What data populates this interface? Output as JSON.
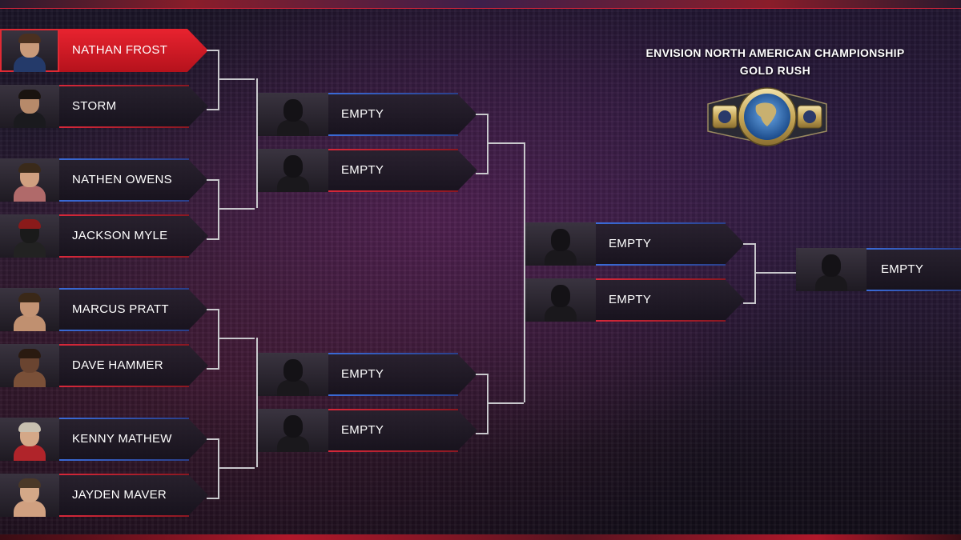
{
  "header": {
    "title": "ENVISION NORTH AMERICAN CHAMPIONSHIP",
    "subtitle": "GOLD RUSH"
  },
  "colors": {
    "accent_red": "#e8232f",
    "accent_blue": "#3a6bd8",
    "bracket_line": "#c8c8cc"
  },
  "icons": {
    "trophy": "championship-belt-icon",
    "placeholder": "silhouette-icon"
  },
  "round1": [
    {
      "name": "NATHAN FROST",
      "selected": true
    },
    {
      "name": "STORM"
    },
    {
      "name": "NATHEN OWENS"
    },
    {
      "name": "JACKSON MYLE"
    },
    {
      "name": "MARCUS PRATT"
    },
    {
      "name": "DAVE HAMMER"
    },
    {
      "name": "KENNY MATHEW"
    },
    {
      "name": "JAYDEN MAVER"
    }
  ],
  "round2": [
    {
      "name": "EMPTY"
    },
    {
      "name": "EMPTY"
    },
    {
      "name": "EMPTY"
    },
    {
      "name": "EMPTY"
    }
  ],
  "round3": [
    {
      "name": "EMPTY"
    },
    {
      "name": "EMPTY"
    }
  ],
  "final": [
    {
      "name": "EMPTY"
    }
  ]
}
